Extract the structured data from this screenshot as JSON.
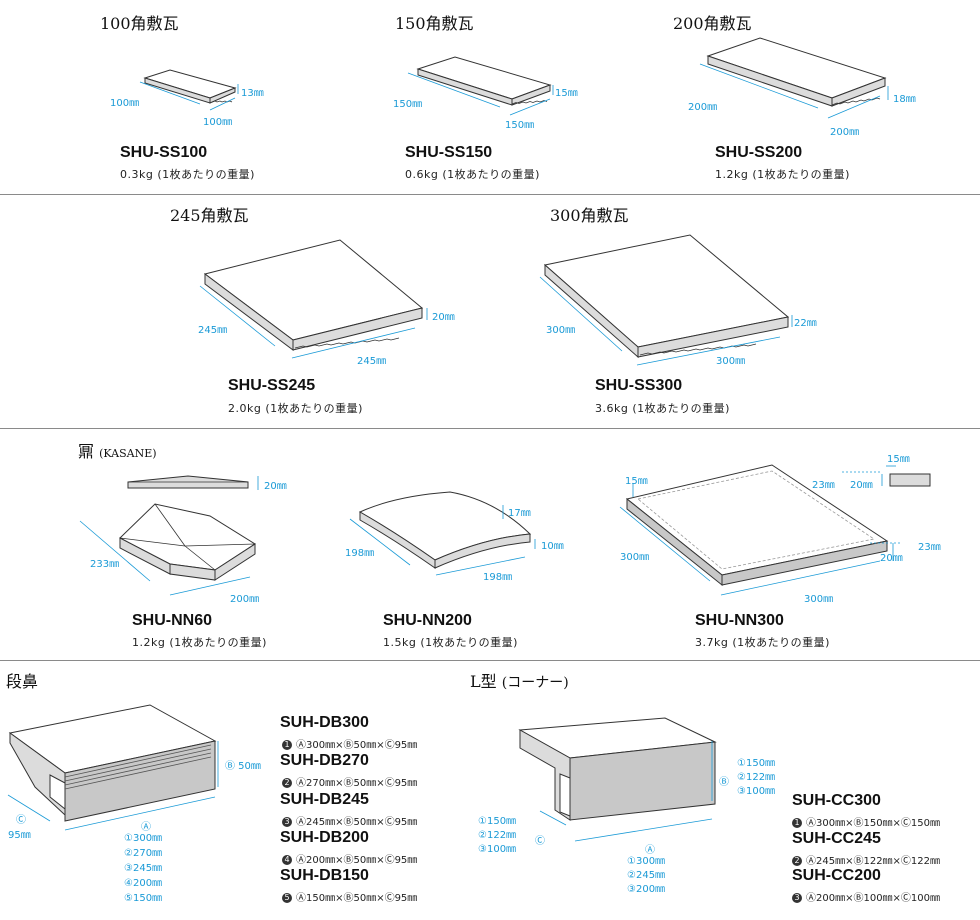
{
  "colors": {
    "dimension": "#1a9ad6",
    "tile_side": "#dcdcdc",
    "divider": "#8a8a8a"
  },
  "sections": {
    "row1": {
      "tiles": [
        {
          "category": "100角敷瓦",
          "code": "SHU-SS100",
          "weight": "0.3kg (1枚あたりの重量)",
          "dim_left": "100㎜",
          "dim_bottom": "100㎜",
          "dim_height": "13㎜"
        },
        {
          "category": "150角敷瓦",
          "code": "SHU-SS150",
          "weight": "0.6kg (1枚あたりの重量)",
          "dim_left": "150㎜",
          "dim_bottom": "150㎜",
          "dim_height": "15㎜"
        },
        {
          "category": "200角敷瓦",
          "code": "SHU-SS200",
          "weight": "1.2kg (1枚あたりの重量)",
          "dim_left": "200㎜",
          "dim_bottom": "200㎜",
          "dim_height": "18㎜"
        }
      ]
    },
    "row2": {
      "tiles": [
        {
          "category": "245角敷瓦",
          "code": "SHU-SS245",
          "weight": "2.0kg (1枚あたりの重量)",
          "dim_left": "245㎜",
          "dim_bottom": "245㎜",
          "dim_height": "20㎜"
        },
        {
          "category": "300角敷瓦",
          "code": "SHU-SS300",
          "weight": "3.6kg (1枚あたりの重量)",
          "dim_left": "300㎜",
          "dim_bottom": "300㎜",
          "dim_height": "22㎜"
        }
      ]
    },
    "row3": {
      "category": "鼏",
      "category_sub": "(KASANE)",
      "tiles": [
        {
          "code": "SHU-NN60",
          "weight": "1.2kg (1枚あたりの重量)",
          "dim_left": "233㎜",
          "dim_bottom": "200㎜",
          "dim_height": "20㎜"
        },
        {
          "code": "SHU-NN200",
          "weight": "1.5kg (1枚あたりの重量)",
          "dim_left": "198㎜",
          "dim_bottom": "198㎜",
          "dim_height": "17㎜",
          "dim_edge": "10㎜"
        },
        {
          "code": "SHU-NN300",
          "weight": "3.7kg (1枚あたりの重量)",
          "dim_left": "300㎜",
          "dim_bottom": "300㎜",
          "dim_inset": "15㎜",
          "dim_h1": "23㎜",
          "dim_h2": "20㎜",
          "detail_inset": "15㎜",
          "detail_h1": "23㎜",
          "detail_h2": "20㎜"
        }
      ]
    },
    "row4": {
      "danbana": {
        "category": "段鼻",
        "dim_c": "Ⓒ",
        "dim_c_val": "95㎜",
        "dim_b": "Ⓑ 50㎜",
        "dim_a": "Ⓐ",
        "dim_a_list": [
          "①300㎜",
          "②270㎜",
          "③245㎜",
          "④200㎜",
          "⑤150㎜"
        ],
        "products": [
          {
            "num": "1",
            "code": "SUH-DB300",
            "spec": "Ⓐ300㎜×Ⓑ50㎜×Ⓒ95㎜"
          },
          {
            "num": "2",
            "code": "SUH-DB270",
            "spec": "Ⓐ270㎜×Ⓑ50㎜×Ⓒ95㎜"
          },
          {
            "num": "3",
            "code": "SUH-DB245",
            "spec": "Ⓐ245㎜×Ⓑ50㎜×Ⓒ95㎜"
          },
          {
            "num": "4",
            "code": "SUH-DB200",
            "spec": "Ⓐ200㎜×Ⓑ50㎜×Ⓒ95㎜"
          },
          {
            "num": "5",
            "code": "SUH-DB150",
            "spec": "Ⓐ150㎜×Ⓑ50㎜×Ⓒ95㎜"
          }
        ]
      },
      "corner": {
        "category": "L型",
        "category_sub": "(コーナー)",
        "dim_a": "Ⓐ",
        "dim_a_list": [
          "①300㎜",
          "②245㎜",
          "③200㎜"
        ],
        "dim_b": "Ⓑ",
        "dim_b_list": [
          "①150㎜",
          "②122㎜",
          "③100㎜"
        ],
        "dim_c": "Ⓒ",
        "dim_c_list": [
          "①150㎜",
          "②122㎜",
          "③100㎜"
        ],
        "products": [
          {
            "num": "1",
            "code": "SUH-CC300",
            "spec": "Ⓐ300㎜×Ⓑ150㎜×Ⓒ150㎜"
          },
          {
            "num": "2",
            "code": "SUH-CC245",
            "spec": "Ⓐ245㎜×Ⓑ122㎜×Ⓒ122㎜"
          },
          {
            "num": "3",
            "code": "SUH-CC200",
            "spec": "Ⓐ200㎜×Ⓑ100㎜×Ⓒ100㎜"
          }
        ]
      }
    }
  }
}
